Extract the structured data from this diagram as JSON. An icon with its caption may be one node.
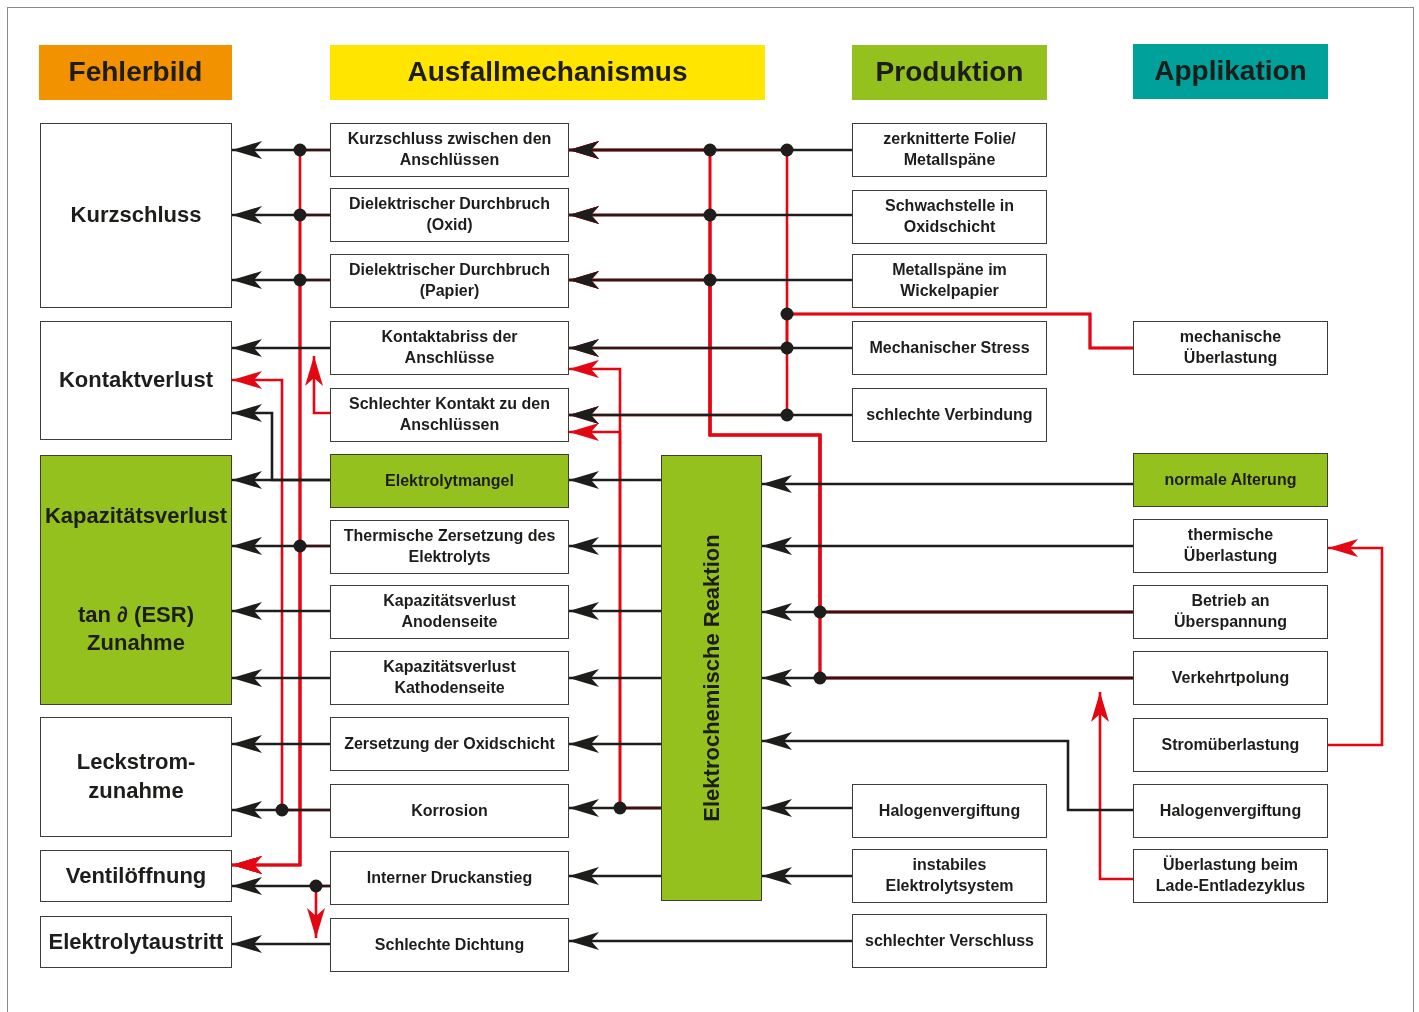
{
  "diagram": {
    "nodes": [
      {
        "text": [
          "Fehlerbild"
        ]
      },
      {
        "text": [
          "Ausfallmechanismus"
        ]
      },
      {
        "text": [
          "Produktion"
        ]
      },
      {
        "text": [
          "Applikation"
        ]
      },
      {
        "text": [
          "Kurzschluss"
        ]
      },
      {
        "text": [
          "Kontaktverlust"
        ]
      },
      {
        "text": [
          "Kapazitätsverlust",
          "tan ∂ (ESR) Zunahme"
        ]
      },
      {
        "text": [
          "Leckstrom- zunahme"
        ]
      },
      {
        "text": [
          "Ventilöffnung"
        ]
      },
      {
        "text": [
          "Elektrolytaustritt"
        ]
      },
      {
        "text": [
          "Kurzschluss zwischen den Anschlüssen"
        ]
      },
      {
        "text": [
          "Dielektrischer Durchbruch (Oxid)"
        ]
      },
      {
        "text": [
          "Dielektrischer Durchbruch (Papier)"
        ]
      },
      {
        "text": [
          "Kontaktabriss der Anschlüsse"
        ]
      },
      {
        "text": [
          "Schlechter Kontakt zu den Anschlüssen"
        ]
      },
      {
        "text": [
          "Elektrolytmangel"
        ]
      },
      {
        "text": [
          "Thermische Zersetzung des Elektrolyts"
        ]
      },
      {
        "text": [
          "Kapazitätsverlust Anodenseite"
        ]
      },
      {
        "text": [
          "Kapazitätsverlust Kathodenseite"
        ]
      },
      {
        "text": [
          "Zersetzung der Oxidschicht"
        ]
      },
      {
        "text": [
          "Korrosion"
        ]
      },
      {
        "text": [
          "Interner Druckanstieg"
        ]
      },
      {
        "text": [
          "Schlechte Dichtung"
        ]
      },
      {
        "text": [
          "Elektrochemische Reaktion"
        ]
      },
      {
        "text": [
          "zerknitterte Folie/ Metallspäne"
        ]
      },
      {
        "text": [
          "Schwachstelle in Oxidschicht"
        ]
      },
      {
        "text": [
          "Metallspäne im Wickelpapier"
        ]
      },
      {
        "text": [
          "Mechanischer Stress"
        ]
      },
      {
        "text": [
          "schlechte Verbindung"
        ]
      },
      {
        "text": [
          "Halogenvergiftung"
        ]
      },
      {
        "text": [
          "instabiles Elektrolytsystem"
        ]
      },
      {
        "text": [
          "schlechter Verschluss"
        ]
      },
      {
        "text": [
          "mechanische Überlastung"
        ]
      },
      {
        "text": [
          "normale Alterung"
        ]
      },
      {
        "text": [
          "thermische Überlastung"
        ]
      },
      {
        "text": [
          "Betrieb an Überspannung"
        ]
      },
      {
        "text": [
          "Verkehrtpolung"
        ]
      },
      {
        "text": [
          "Stromüberlastung"
        ]
      },
      {
        "text": [
          "Halogenvergiftung"
        ]
      },
      {
        "text": [
          "Überlastung beim Lade-Entladezyklus"
        ]
      }
    ],
    "edges": [
      {
        "from": 10,
        "to": 4,
        "arrow": "to"
      },
      {
        "from": 11,
        "to": 4,
        "arrow": "to"
      },
      {
        "from": 12,
        "to": 4,
        "arrow": "to"
      },
      {
        "from": 13,
        "to": 5,
        "arrow": "to"
      },
      {
        "from": 15,
        "to": 6,
        "arrow": "to"
      },
      {
        "from": 15,
        "to": 5,
        "arrow": "to"
      },
      {
        "from": 16,
        "to": 6,
        "arrow": "to"
      },
      {
        "from": 17,
        "to": 6,
        "arrow": "to"
      },
      {
        "from": 18,
        "to": 6,
        "arrow": "to"
      },
      {
        "from": 19,
        "to": 7,
        "arrow": "to"
      },
      {
        "from": 20,
        "to": 7,
        "arrow": "to"
      },
      {
        "from": 21,
        "to": 8,
        "arrow": "to"
      },
      {
        "from": 22,
        "to": 9,
        "arrow": "to"
      },
      {
        "from": 10,
        "to": 8,
        "arrow": "to",
        "color": "#e30613"
      },
      {
        "from": 11,
        "to": 8,
        "arrow": "to",
        "color": "#e30613"
      },
      {
        "from": 12,
        "to": 8,
        "arrow": "to",
        "color": "#e30613"
      },
      {
        "from": 16,
        "to": 8,
        "arrow": "to",
        "color": "#e30613"
      },
      {
        "from": 20,
        "to": 5,
        "arrow": "to",
        "color": "#e30613"
      },
      {
        "from": 14,
        "to": 13,
        "arrow": "to",
        "color": "#e30613"
      },
      {
        "from": 21,
        "to": 22,
        "arrow": "to",
        "color": "#e30613"
      },
      {
        "from": 24,
        "to": 10,
        "arrow": "to"
      },
      {
        "from": 25,
        "to": 11,
        "arrow": "to"
      },
      {
        "from": 26,
        "to": 12,
        "arrow": "to"
      },
      {
        "from": 27,
        "to": 13,
        "arrow": "to"
      },
      {
        "from": 28,
        "to": 14,
        "arrow": "to"
      },
      {
        "from": 23,
        "to": 15,
        "arrow": "to"
      },
      {
        "from": 23,
        "to": 16,
        "arrow": "to"
      },
      {
        "from": 23,
        "to": 17,
        "arrow": "to"
      },
      {
        "from": 23,
        "to": 18,
        "arrow": "to"
      },
      {
        "from": 23,
        "to": 19,
        "arrow": "to"
      },
      {
        "from": 23,
        "to": 20,
        "arrow": "to"
      },
      {
        "from": 23,
        "to": 21,
        "arrow": "to"
      },
      {
        "from": 31,
        "to": 22,
        "arrow": "to"
      },
      {
        "from": 23,
        "to": 13,
        "arrow": "to",
        "color": "#e30613"
      },
      {
        "from": 23,
        "to": 14,
        "arrow": "to",
        "color": "#e30613"
      },
      {
        "from": 32,
        "to": 10,
        "arrow": "to",
        "color": "#e30613"
      },
      {
        "from": 32,
        "to": 13,
        "arrow": "to",
        "color": "#e30613"
      },
      {
        "from": 32,
        "to": 14,
        "arrow": "to",
        "color": "#e30613"
      },
      {
        "from": 35,
        "to": 10,
        "arrow": "to",
        "color": "#e30613"
      },
      {
        "from": 35,
        "to": 11,
        "arrow": "to",
        "color": "#e30613"
      },
      {
        "from": 35,
        "to": 12,
        "arrow": "to",
        "color": "#e30613"
      },
      {
        "from": 36,
        "to": 10,
        "arrow": "to",
        "color": "#e30613"
      },
      {
        "from": 36,
        "to": 11,
        "arrow": "to",
        "color": "#e30613"
      },
      {
        "from": 36,
        "to": 12,
        "arrow": "to",
        "color": "#e30613"
      },
      {
        "from": 29,
        "to": 23,
        "arrow": "to"
      },
      {
        "from": 30,
        "to": 23,
        "arrow": "to"
      },
      {
        "from": 33,
        "to": 23,
        "arrow": "to"
      },
      {
        "from": 34,
        "to": 23,
        "arrow": "to"
      },
      {
        "from": 35,
        "to": 23,
        "arrow": "to"
      },
      {
        "from": 36,
        "to": 23,
        "arrow": "to"
      },
      {
        "from": 38,
        "to": 23,
        "arrow": "to"
      },
      {
        "from": 37,
        "to": 34,
        "arrow": "to",
        "color": "#e30613"
      },
      {
        "from": 39,
        "to": 36,
        "arrow": "to",
        "color": "#e30613"
      }
    ]
  }
}
